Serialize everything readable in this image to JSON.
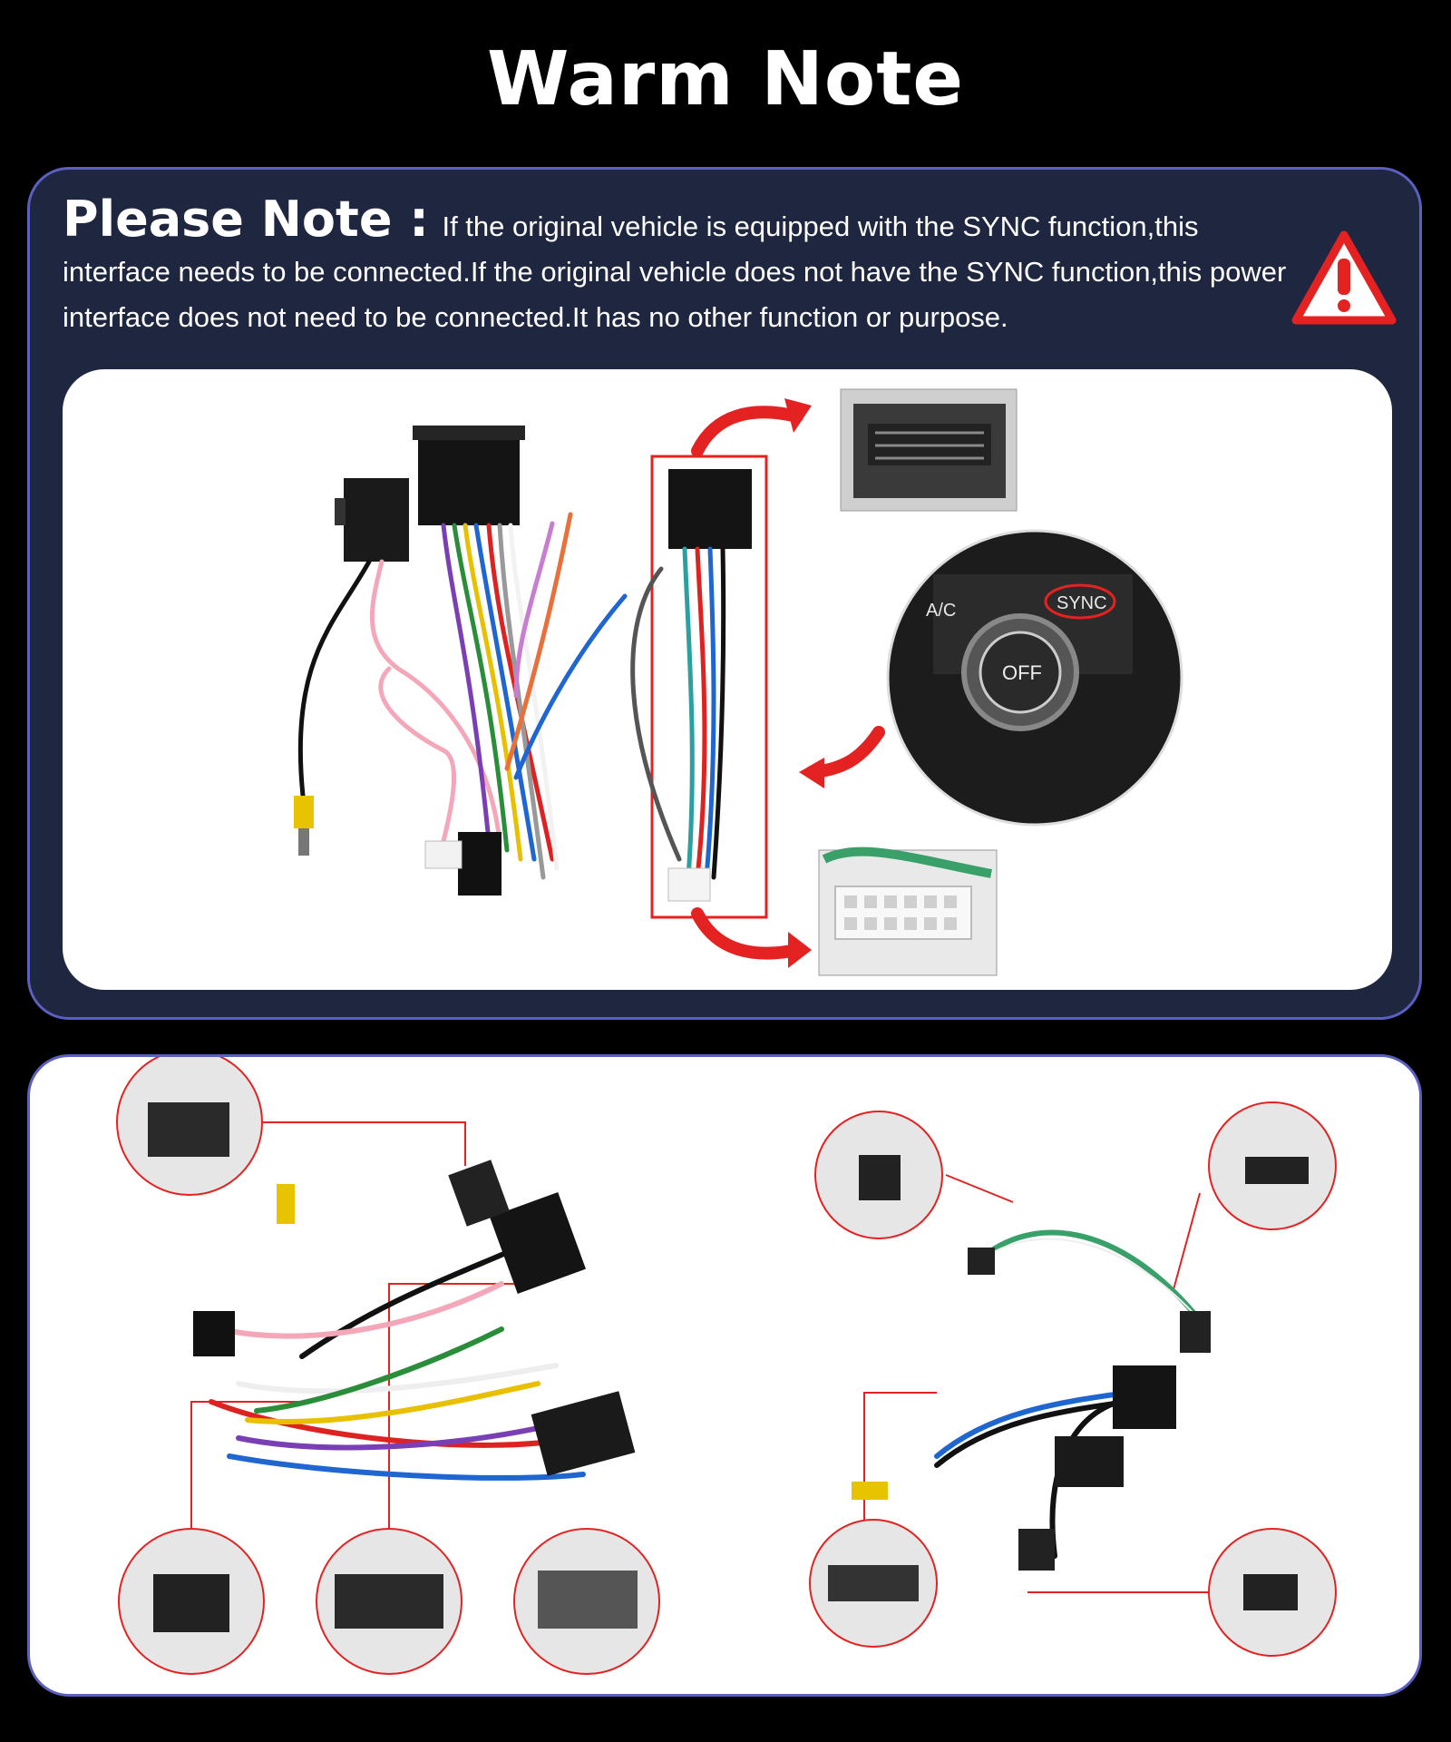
{
  "header": {
    "title": "Warm Note"
  },
  "note": {
    "label": "Please Note :",
    "text": "If the original vehicle is equipped with the SYNC function,this interface needs to be connected.If the original vehicle does not have the SYNC function,this power interface does not need to be connected.It has no other function or purpose.",
    "icon": "warning-triangle-icon"
  },
  "dashboard": {
    "ac_label": "A/C",
    "sync_label": "SYNC",
    "off_label": "OFF"
  },
  "colors": {
    "background": "#000000",
    "panel": "#1e2640",
    "panel_border": "#5b5fc0",
    "accent_red": "#e42222"
  }
}
